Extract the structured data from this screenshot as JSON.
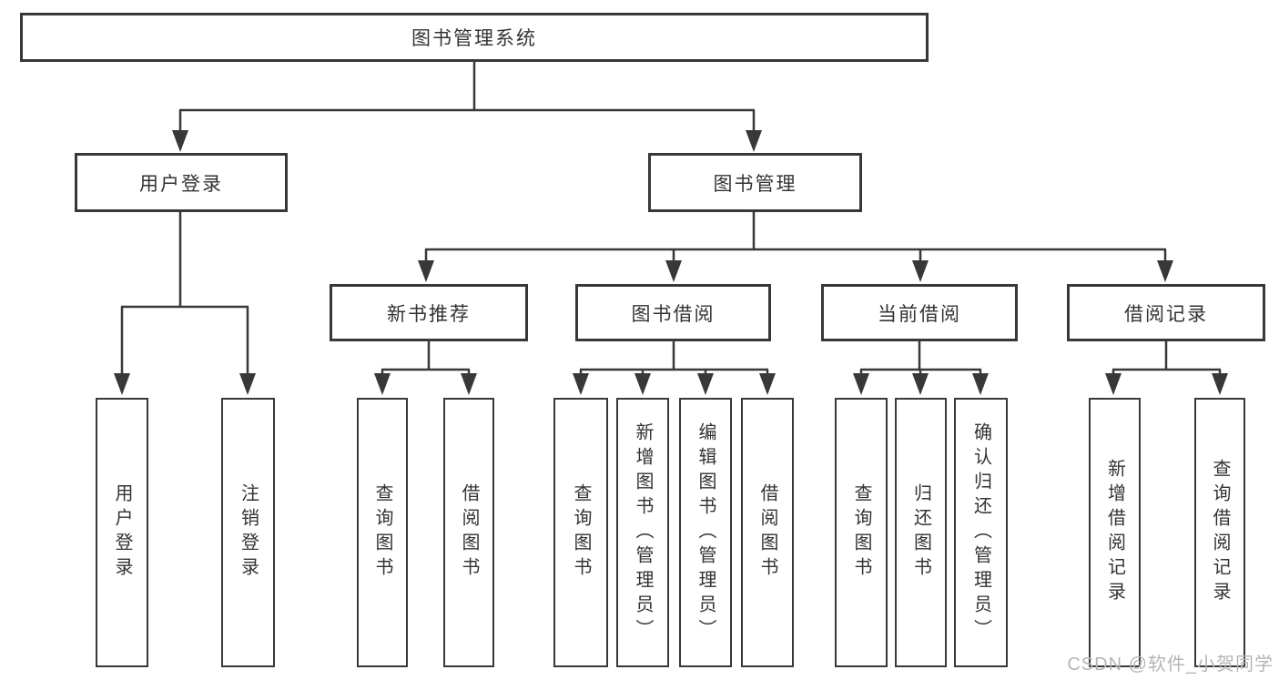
{
  "diagram": {
    "root": {
      "label": "图书管理系统"
    },
    "branches": [
      {
        "label": "用户登录",
        "children": [
          {
            "label": "用户登录"
          },
          {
            "label": "注销登录"
          }
        ]
      },
      {
        "label": "图书管理",
        "children": [
          {
            "label": "新书推荐",
            "children": [
              {
                "label": "查询图书"
              },
              {
                "label": "借阅图书"
              }
            ]
          },
          {
            "label": "图书借阅",
            "children": [
              {
                "label": "查询图书"
              },
              {
                "label": "新增图书（管理员）"
              },
              {
                "label": "编辑图书（管理员）"
              },
              {
                "label": "借阅图书"
              }
            ]
          },
          {
            "label": "当前借阅",
            "children": [
              {
                "label": "查询图书"
              },
              {
                "label": "归还图书"
              },
              {
                "label": "确认归还（管理员）"
              }
            ]
          },
          {
            "label": "借阅记录",
            "children": [
              {
                "label": "新增借阅记录"
              },
              {
                "label": "查询借阅记录"
              }
            ]
          }
        ]
      }
    ]
  },
  "watermark": {
    "text": "CSDN @软件_小贺同学"
  },
  "colors": {
    "line": "#383838",
    "text": "#333333",
    "watermark_text": "#b5b5b5",
    "background": "#ffffff"
  }
}
